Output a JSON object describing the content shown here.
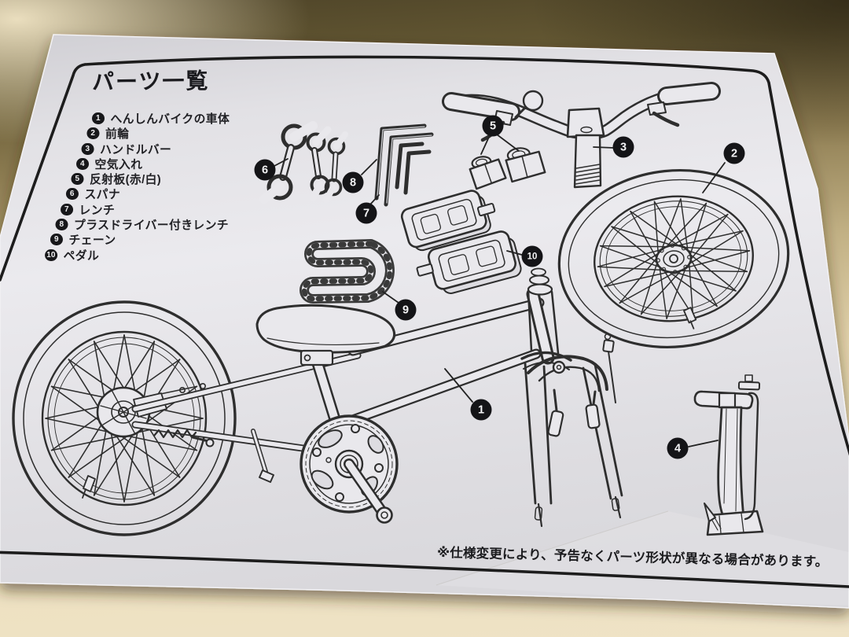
{
  "title": "パーツ一覧",
  "parts": [
    {
      "num": "1",
      "label": "へんしんバイクの車体"
    },
    {
      "num": "2",
      "label": "前輪"
    },
    {
      "num": "3",
      "label": "ハンドルバー"
    },
    {
      "num": "4",
      "label": "空気入れ"
    },
    {
      "num": "5",
      "label": "反射板(赤/白)"
    },
    {
      "num": "6",
      "label": "スパナ"
    },
    {
      "num": "7",
      "label": "レンチ"
    },
    {
      "num": "8",
      "label": "プラスドライバー付きレンチ"
    },
    {
      "num": "9",
      "label": "チェーン"
    },
    {
      "num": "10",
      "label": "ペダル"
    }
  ],
  "disclaimer": "※仕様変更により、予告なくパーツ形状が異なる場合があります。",
  "illustrations": {
    "frame": "bike-frame-illustration",
    "front_wheel": "front-wheel-illustration",
    "handlebar": "handlebar-illustration",
    "pump": "air-pump-illustration",
    "reflectors": "reflector-illustration",
    "spanners": "spanner-illustration",
    "hex_keys": "hex-key-illustration",
    "chain": "chain-illustration",
    "pedals": "pedal-illustration"
  },
  "colors": {
    "ink": "#2e2e2e",
    "paper": "#e8e7ea",
    "desk_light": "#efe3c6",
    "desk_dark": "#4d4328"
  }
}
